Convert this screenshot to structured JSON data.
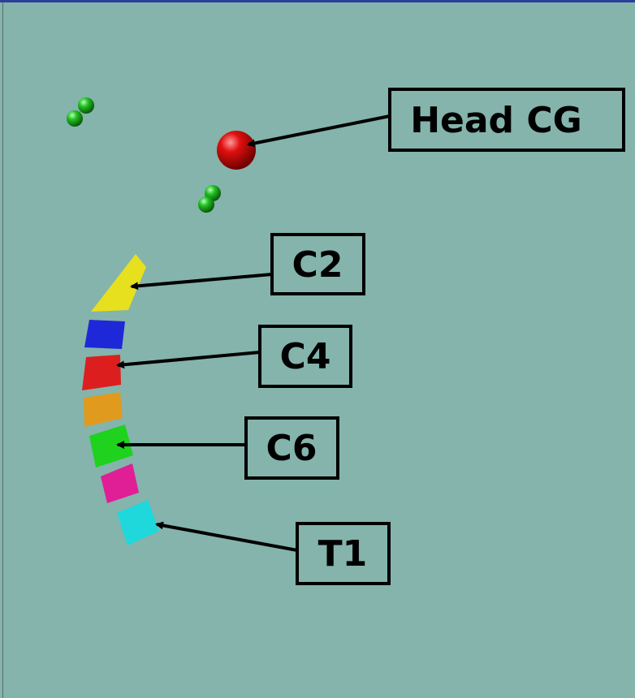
{
  "labels": {
    "head_cg": "Head CG",
    "c2": "C2",
    "c4": "C4",
    "c6": "C6",
    "t1": "T1"
  },
  "colors": {
    "background": "#84b4ac",
    "head_cg_sphere": "#e01010",
    "marker_spheres": "#22c022",
    "c2": "#e6e01e",
    "c3": "#1e28d8",
    "c4": "#dc1e1e",
    "c5": "#e09a1e",
    "c6": "#1ed21e",
    "c7": "#e01e96",
    "t1": "#1ed8dc"
  }
}
